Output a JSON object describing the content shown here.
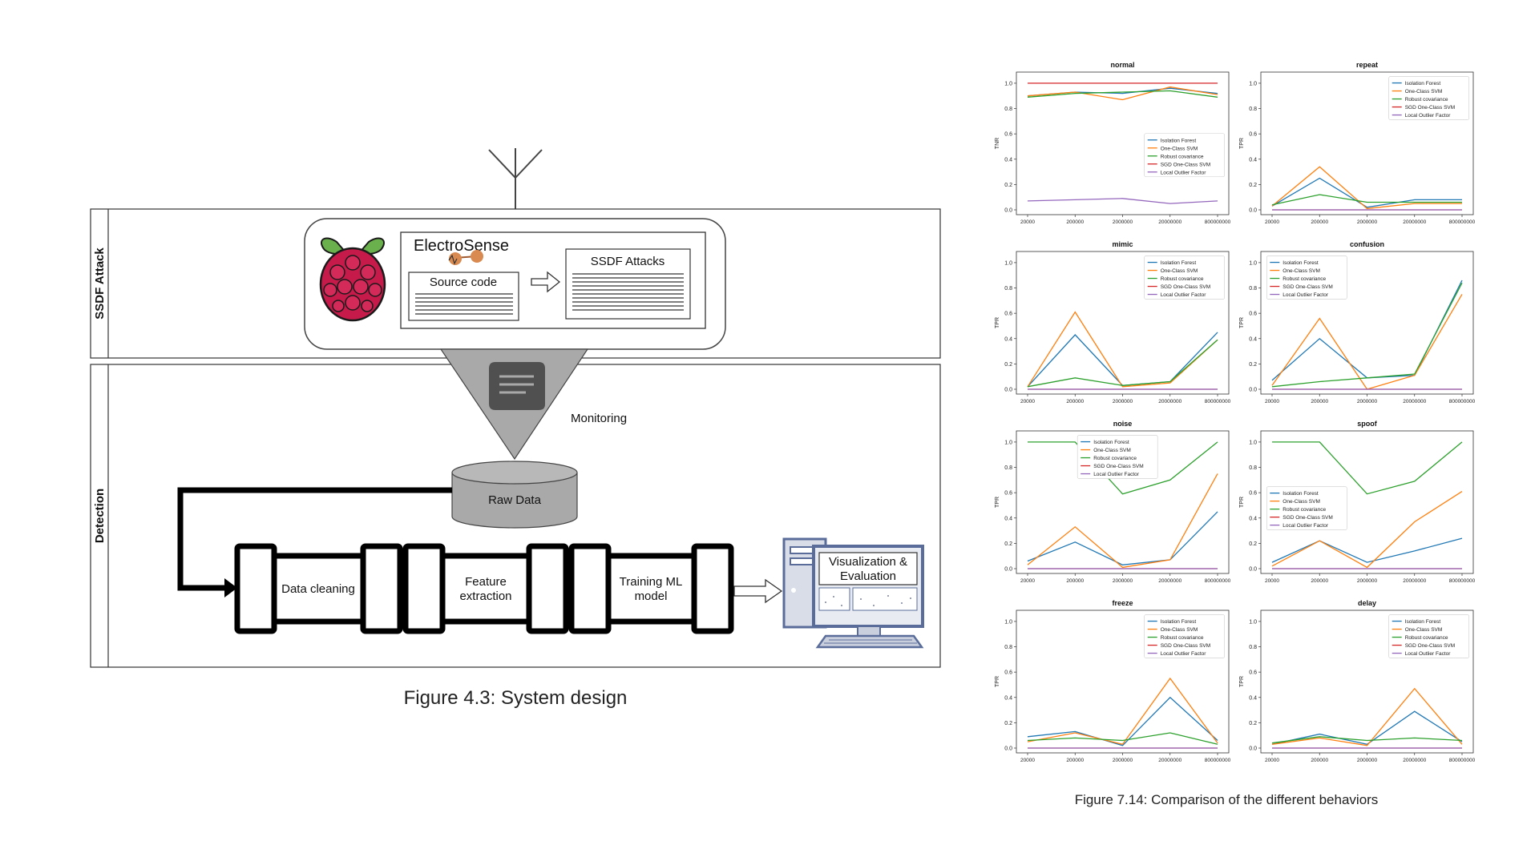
{
  "left_figure": {
    "caption": "Figure 4.3: System design",
    "section_attack": "SSDF Attack",
    "section_detection": "Detection",
    "electrosense_logo": "ElectroSense",
    "source_code_label": "Source code",
    "ssdf_attacks_label": "SSDF Attacks",
    "monitoring_label": "Monitoring",
    "raw_data_label": "Raw Data",
    "stage_data_cleaning": "Data cleaning",
    "stage_feature_line1": "Feature",
    "stage_feature_line2": "extraction",
    "stage_training_line1": "Training ML",
    "stage_training_line2": "model",
    "viz_line1": "Visualization &",
    "viz_line2": "Evaluation",
    "icons": [
      "antenna-icon",
      "raspberry-pi-icon",
      "script-icon",
      "database-icon",
      "computer-icon"
    ]
  },
  "right_figure": {
    "caption": "Figure 7.14: Comparison of the different behaviors",
    "legend": [
      "Isolation Forest",
      "One-Class SVM",
      "Robust covariance",
      "SGD One-Class SVM",
      "Local Outlier Factor"
    ],
    "colors": [
      "#1f77b4",
      "#ff7f0e",
      "#2ca02c",
      "#d62728",
      "#9467bd"
    ],
    "x_ticks": [
      "20000",
      "200000",
      "2000000",
      "20000000",
      "800000000"
    ],
    "y_ticks": [
      "0.0",
      "0.2",
      "0.4",
      "0.6",
      "0.8",
      "1.0"
    ]
  },
  "chart_data": [
    {
      "type": "line",
      "title": "normal",
      "ylabel": "TNR",
      "ylim": [
        0,
        1.05
      ],
      "legend_position": "center-right",
      "x": [
        "20000",
        "200000",
        "2000000",
        "20000000",
        "800000000"
      ],
      "series": [
        {
          "name": "Isolation Forest",
          "values": [
            0.9,
            0.93,
            0.92,
            0.96,
            0.92
          ]
        },
        {
          "name": "One-Class SVM",
          "values": [
            0.9,
            0.93,
            0.87,
            0.97,
            0.91
          ]
        },
        {
          "name": "Robust covariance",
          "values": [
            0.89,
            0.92,
            0.93,
            0.94,
            0.89
          ]
        },
        {
          "name": "SGD One-Class SVM",
          "values": [
            1.0,
            1.0,
            1.0,
            1.0,
            1.0
          ]
        },
        {
          "name": "Local Outlier Factor",
          "values": [
            0.07,
            0.08,
            0.09,
            0.05,
            0.07
          ]
        }
      ]
    },
    {
      "type": "line",
      "title": "repeat",
      "ylabel": "TPR",
      "ylim": [
        0,
        1.05
      ],
      "legend_position": "top-right",
      "x": [
        "20000",
        "200000",
        "2000000",
        "20000000",
        "800000000"
      ],
      "series": [
        {
          "name": "Isolation Forest",
          "values": [
            0.03,
            0.25,
            0.02,
            0.08,
            0.08
          ]
        },
        {
          "name": "One-Class SVM",
          "values": [
            0.03,
            0.34,
            0.01,
            0.05,
            0.05
          ]
        },
        {
          "name": "Robust covariance",
          "values": [
            0.04,
            0.12,
            0.06,
            0.06,
            0.06
          ]
        },
        {
          "name": "SGD One-Class SVM",
          "values": [
            0.0,
            0.0,
            0.0,
            0.0,
            0.0
          ]
        },
        {
          "name": "Local Outlier Factor",
          "values": [
            0.0,
            0.0,
            0.0,
            0.0,
            0.0
          ]
        }
      ]
    },
    {
      "type": "line",
      "title": "mimic",
      "ylabel": "TPR",
      "ylim": [
        0,
        1.05
      ],
      "legend_position": "top-right",
      "x": [
        "20000",
        "200000",
        "2000000",
        "20000000",
        "800000000"
      ],
      "series": [
        {
          "name": "Isolation Forest",
          "values": [
            0.02,
            0.43,
            0.03,
            0.06,
            0.45
          ]
        },
        {
          "name": "One-Class SVM",
          "values": [
            0.02,
            0.61,
            0.02,
            0.05,
            0.39
          ]
        },
        {
          "name": "Robust covariance",
          "values": [
            0.02,
            0.09,
            0.03,
            0.06,
            0.39
          ]
        },
        {
          "name": "SGD One-Class SVM",
          "values": [
            0.0,
            0.0,
            0.0,
            0.0,
            0.0
          ]
        },
        {
          "name": "Local Outlier Factor",
          "values": [
            0.0,
            0.0,
            0.0,
            0.0,
            0.0
          ]
        }
      ]
    },
    {
      "type": "line",
      "title": "confusion",
      "ylabel": "TPR",
      "ylim": [
        0,
        1.05
      ],
      "legend_position": "top-left",
      "x": [
        "20000",
        "200000",
        "2000000",
        "20000000",
        "800000000"
      ],
      "series": [
        {
          "name": "Isolation Forest",
          "values": [
            0.07,
            0.4,
            0.09,
            0.11,
            0.86
          ]
        },
        {
          "name": "One-Class SVM",
          "values": [
            0.03,
            0.56,
            0.0,
            0.11,
            0.75
          ]
        },
        {
          "name": "Robust covariance",
          "values": [
            0.02,
            0.06,
            0.09,
            0.12,
            0.84
          ]
        },
        {
          "name": "SGD One-Class SVM",
          "values": [
            0.0,
            0.0,
            0.0,
            0.0,
            0.0
          ]
        },
        {
          "name": "Local Outlier Factor",
          "values": [
            0.0,
            0.0,
            0.0,
            0.0,
            0.0
          ]
        }
      ]
    },
    {
      "type": "line",
      "title": "noise",
      "ylabel": "TPR",
      "ylim": [
        0,
        1.05
      ],
      "legend_position": "top-center",
      "x": [
        "20000",
        "200000",
        "2000000",
        "20000000",
        "800000000"
      ],
      "series": [
        {
          "name": "Isolation Forest",
          "values": [
            0.06,
            0.21,
            0.03,
            0.07,
            0.45
          ]
        },
        {
          "name": "One-Class SVM",
          "values": [
            0.03,
            0.33,
            0.01,
            0.07,
            0.75
          ]
        },
        {
          "name": "Robust covariance",
          "values": [
            1.0,
            1.0,
            0.59,
            0.7,
            1.0
          ]
        },
        {
          "name": "SGD One-Class SVM",
          "values": [
            0.0,
            0.0,
            0.0,
            0.0,
            0.0
          ]
        },
        {
          "name": "Local Outlier Factor",
          "values": [
            0.0,
            0.0,
            0.0,
            0.0,
            0.0
          ]
        }
      ]
    },
    {
      "type": "line",
      "title": "spoof",
      "ylabel": "TPR",
      "ylim": [
        0,
        1.05
      ],
      "legend_position": "center-left",
      "x": [
        "20000",
        "200000",
        "2000000",
        "20000000",
        "800000000"
      ],
      "series": [
        {
          "name": "Isolation Forest",
          "values": [
            0.05,
            0.22,
            0.05,
            0.14,
            0.24
          ]
        },
        {
          "name": "One-Class SVM",
          "values": [
            0.02,
            0.22,
            0.01,
            0.37,
            0.61
          ]
        },
        {
          "name": "Robust covariance",
          "values": [
            1.0,
            1.0,
            0.59,
            0.69,
            1.0
          ]
        },
        {
          "name": "SGD One-Class SVM",
          "values": [
            0.0,
            0.0,
            0.0,
            0.0,
            0.0
          ]
        },
        {
          "name": "Local Outlier Factor",
          "values": [
            0.0,
            0.0,
            0.0,
            0.0,
            0.0
          ]
        }
      ]
    },
    {
      "type": "line",
      "title": "freeze",
      "ylabel": "TPR",
      "ylim": [
        0,
        1.05
      ],
      "legend_position": "top-right",
      "x": [
        "20000",
        "200000",
        "2000000",
        "20000000",
        "800000000"
      ],
      "series": [
        {
          "name": "Isolation Forest",
          "values": [
            0.09,
            0.13,
            0.02,
            0.4,
            0.06
          ]
        },
        {
          "name": "One-Class SVM",
          "values": [
            0.05,
            0.12,
            0.03,
            0.55,
            0.04
          ]
        },
        {
          "name": "Robust covariance",
          "values": [
            0.06,
            0.08,
            0.06,
            0.12,
            0.03
          ]
        },
        {
          "name": "SGD One-Class SVM",
          "values": [
            0.0,
            0.0,
            0.0,
            0.0,
            0.0
          ]
        },
        {
          "name": "Local Outlier Factor",
          "values": [
            0.0,
            0.0,
            0.0,
            0.0,
            0.0
          ]
        }
      ]
    },
    {
      "type": "line",
      "title": "delay",
      "ylabel": "TPR",
      "ylim": [
        0,
        1.05
      ],
      "legend_position": "top-right",
      "x": [
        "20000",
        "200000",
        "2000000",
        "20000000",
        "800000000"
      ],
      "series": [
        {
          "name": "Isolation Forest",
          "values": [
            0.03,
            0.11,
            0.03,
            0.29,
            0.05
          ]
        },
        {
          "name": "One-Class SVM",
          "values": [
            0.03,
            0.08,
            0.02,
            0.47,
            0.03
          ]
        },
        {
          "name": "Robust covariance",
          "values": [
            0.04,
            0.09,
            0.06,
            0.08,
            0.06
          ]
        },
        {
          "name": "SGD One-Class SVM",
          "values": [
            0.0,
            0.0,
            0.0,
            0.0,
            0.0
          ]
        },
        {
          "name": "Local Outlier Factor",
          "values": [
            0.0,
            0.0,
            0.0,
            0.0,
            0.0
          ]
        }
      ]
    }
  ]
}
